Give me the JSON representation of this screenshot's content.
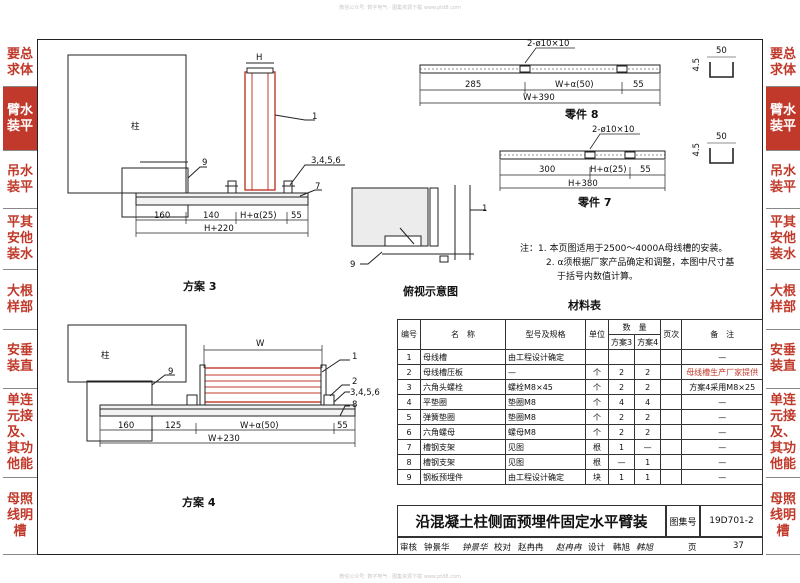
{
  "watermark_top": "微信公众号: 数字电气 · 图集资源下载 www.ptd8.com",
  "watermark_bottom": "微信公众号: 数字电气 · 图集资源下载 www.ptd8.com",
  "side_left": [
    {
      "label": "要总\n求体",
      "active": false
    },
    {
      "label": "臂水\n装平",
      "active": true
    },
    {
      "label": "吊水\n装平",
      "active": false
    },
    {
      "label": "平其\n安他\n装水",
      "active": false
    },
    {
      "label": "大根\n样部",
      "active": false
    },
    {
      "label": "安垂\n装直",
      "active": false
    },
    {
      "label": "单连\n元接\n及、\n其功\n他能",
      "active": false
    },
    {
      "label": "母照\n线明\n槽",
      "active": false
    }
  ],
  "side_right": [
    {
      "label": "要总\n求体",
      "active": false
    },
    {
      "label": "臂水\n装平",
      "active": true
    },
    {
      "label": "吊水\n装平",
      "active": false
    },
    {
      "label": "平其\n安他\n装水",
      "active": false
    },
    {
      "label": "大根\n样部",
      "active": false
    },
    {
      "label": "安垂\n装直",
      "active": false
    },
    {
      "label": "单连\n元接\n及、\n其功\n他能",
      "active": false
    },
    {
      "label": "母照\n线明\n槽",
      "active": false
    }
  ],
  "scheme3": {
    "title": "方案 3",
    "column_label": "柱",
    "H": "H",
    "callouts": [
      "1",
      "9",
      "3,4,5,6",
      "7"
    ],
    "dims": [
      "160",
      "140",
      "H+α(25)",
      "55",
      "H+220"
    ]
  },
  "scheme4": {
    "title": "方案 4",
    "column_label": "柱",
    "W": "W",
    "callouts": [
      "1",
      "9",
      "2",
      "3,4,5,6",
      "8"
    ],
    "dims": [
      "160",
      "125",
      "W+α(50)",
      "55",
      "W+230"
    ]
  },
  "top_view": {
    "title": "俯视示意图",
    "callouts": [
      "1",
      "9"
    ]
  },
  "part8": {
    "title": "零件 8",
    "hole_note": "2-ø10×10",
    "dims": [
      "285",
      "W+α(50)",
      "55",
      "W+390"
    ],
    "section_dims": [
      "50",
      "4.5"
    ]
  },
  "part7": {
    "title": "零件 7",
    "hole_note": "2-ø10×10",
    "dims": [
      "300",
      "H+α(25)",
      "55",
      "H+380"
    ],
    "section_dims": [
      "50",
      "4.5"
    ]
  },
  "notes": [
    "注：1. 本页图适用于2500～4000A母线槽的安装。",
    "2. α须根据厂家产品确定和调整，本图中尺寸基",
    "于括号内数值计算。"
  ],
  "materials": {
    "title": "材料表",
    "headers": {
      "no": "编号",
      "name": "名　称",
      "spec": "型号及规格",
      "unit": "单位",
      "qty": "数　量",
      "qty3": "方案3",
      "qty4": "方案4",
      "page": "页次",
      "remark": "备　注"
    },
    "rows": [
      {
        "no": "1",
        "name": "母线槽",
        "spec": "由工程设计确定",
        "unit": "",
        "q3": "",
        "q4": "",
        "page": "",
        "remark": "—",
        "red": false
      },
      {
        "no": "2",
        "name": "母线槽压板",
        "spec": "—",
        "unit": "个",
        "q3": "2",
        "q4": "2",
        "page": "",
        "remark": "母线槽生产厂家提供",
        "red": true
      },
      {
        "no": "3",
        "name": "六角头螺栓",
        "spec": "螺栓M8×45",
        "unit": "个",
        "q3": "2",
        "q4": "2",
        "page": "",
        "remark": "方案4采用M8×25",
        "red": false
      },
      {
        "no": "4",
        "name": "平垫圈",
        "spec": "垫圈M8",
        "unit": "个",
        "q3": "4",
        "q4": "4",
        "page": "",
        "remark": "—",
        "red": false
      },
      {
        "no": "5",
        "name": "弹簧垫圈",
        "spec": "垫圈M8",
        "unit": "个",
        "q3": "2",
        "q4": "2",
        "page": "",
        "remark": "—",
        "red": false
      },
      {
        "no": "6",
        "name": "六角螺母",
        "spec": "螺母M8",
        "unit": "个",
        "q3": "2",
        "q4": "2",
        "page": "",
        "remark": "—",
        "red": false
      },
      {
        "no": "7",
        "name": "槽钢支架",
        "spec": "见图",
        "unit": "根",
        "q3": "1",
        "q4": "—",
        "page": "",
        "remark": "—",
        "red": false
      },
      {
        "no": "8",
        "name": "槽钢支架",
        "spec": "见图",
        "unit": "根",
        "q3": "—",
        "q4": "1",
        "page": "",
        "remark": "—",
        "red": false
      },
      {
        "no": "9",
        "name": "钢板预埋件",
        "spec": "由工程设计确定",
        "unit": "块",
        "q3": "1",
        "q4": "1",
        "page": "",
        "remark": "—",
        "red": false
      }
    ]
  },
  "title_block": {
    "title": "沿混凝土柱侧面预埋件固定水平臂装",
    "atlas_label": "图集号",
    "atlas_no": "19D701-2",
    "page_label": "页",
    "page_no": "37",
    "review_label": "审核",
    "review_name": "钟景华",
    "review_sig": "钟景华",
    "check_label": "校对",
    "check_name": "赵冉冉",
    "check_sig": "赵冉冉",
    "design_label": "设计",
    "design_name": "韩旭",
    "design_sig": "韩旭"
  }
}
